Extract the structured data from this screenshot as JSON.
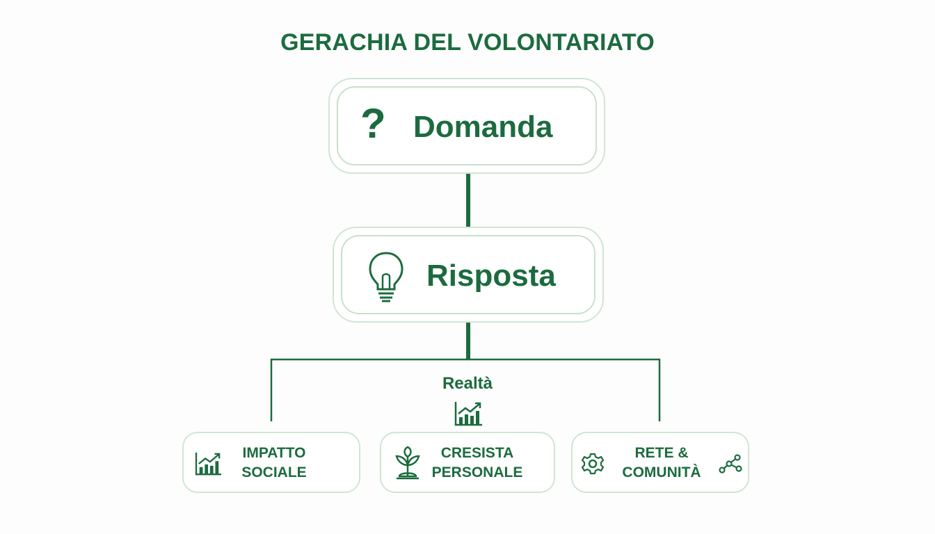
{
  "title": "GERACHIA DEL VOLONTARIATO",
  "colors": {
    "primary": "#1c6b3f",
    "border": "#cfe6d3",
    "background": "#fcfdfc"
  },
  "nodes": {
    "domanda": {
      "label": "Domanda",
      "icon": "question-mark-icon",
      "symbol": "?"
    },
    "risposta": {
      "label": "Risposta",
      "icon": "lightbulb-icon"
    },
    "realta": {
      "label": "Realtà",
      "icon": "growth-chart-icon"
    }
  },
  "leaves": [
    {
      "lines": [
        "IMPATTO",
        "SOCIALE"
      ],
      "icon": "growth-chart-icon"
    },
    {
      "lines": [
        "CRESISTA",
        "PERSONALE"
      ],
      "icon": "sprout-icon"
    },
    {
      "lines": [
        "RETE &",
        "COMUNITÀ"
      ],
      "icon": "gear-icon",
      "icon_right": "network-icon"
    }
  ]
}
